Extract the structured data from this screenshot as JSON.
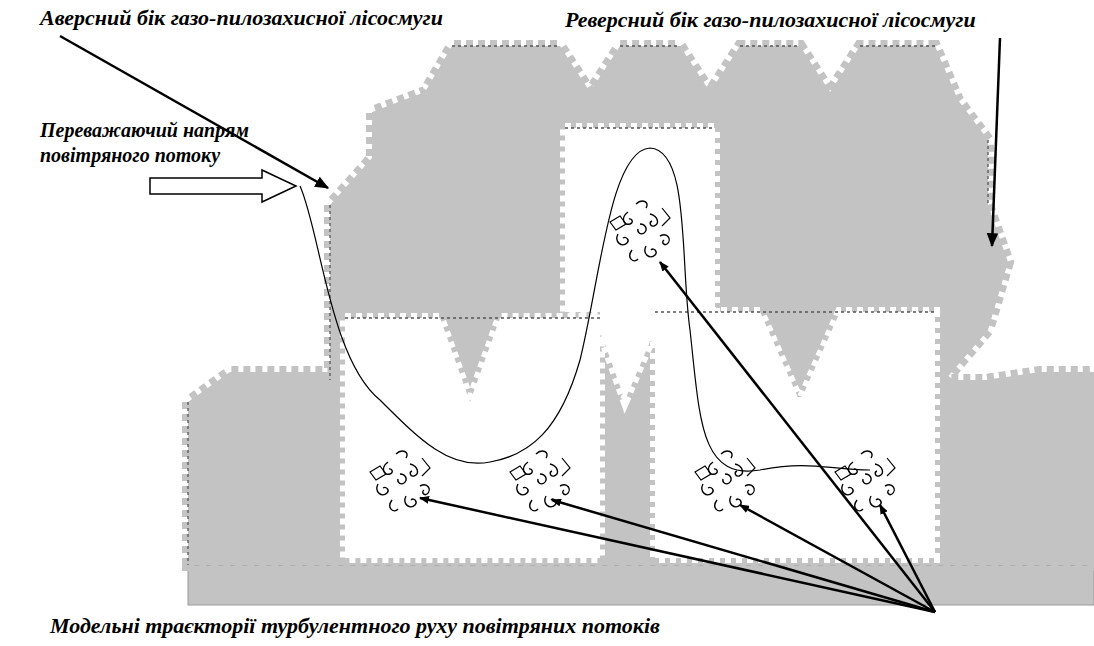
{
  "diagram": {
    "labels": [
      "Аверсний бік газо-пилозахисної лісосмуги",
      "Реверсний бік газо-пилозахисної лісосмуги",
      "Переважаючий напрям повітряного потоку",
      "Модельні траєкторії турбулентного руху повітряних потоків"
    ]
  }
}
